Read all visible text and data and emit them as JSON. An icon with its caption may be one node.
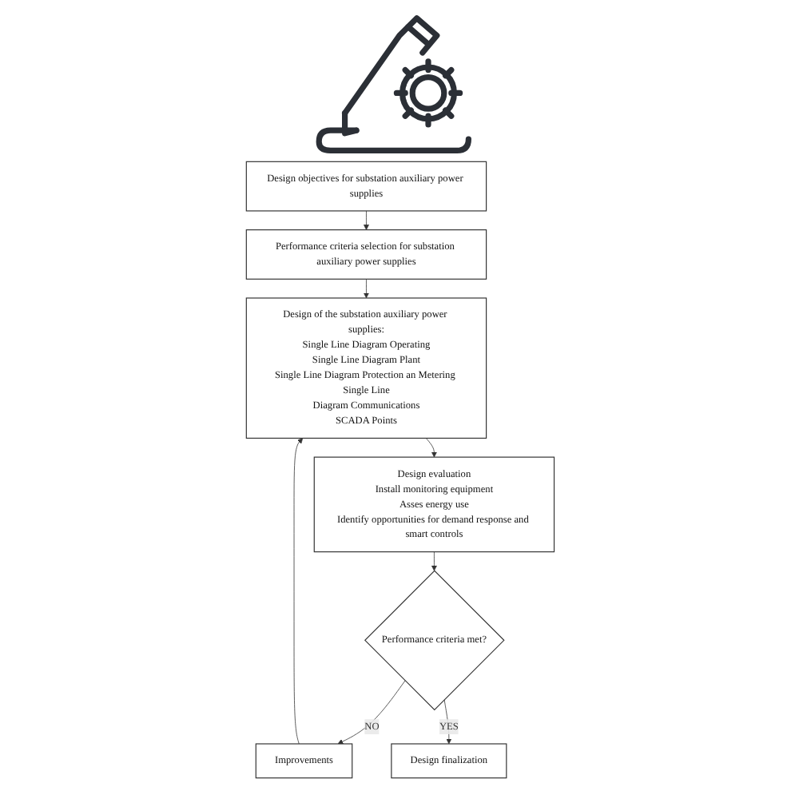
{
  "diagram": {
    "nodes": [
      {
        "text": [
          "Design objectives for substation auxiliary power supplies"
        ]
      },
      {
        "text": [
          "Performance criteria selection for substation auxiliary power supplies"
        ]
      },
      {
        "text": [
          "Design of the substation auxiliary power supplies:",
          "Single Line Diagram Operating",
          "Single Line Diagram Plant",
          "Single Line Diagram Protection an Metering Single Line",
          "Diagram Communications",
          "SCADA Points"
        ]
      },
      {
        "text": [
          "Improvements"
        ]
      },
      {
        "text": [
          "Design evaluation",
          "Install monitoring equipment",
          "Asses energy use",
          "Identify opportunities for demand response and smart controls"
        ]
      },
      {
        "text": [
          "Performance criteria met?"
        ]
      },
      {
        "text": [
          "Design finalization"
        ]
      }
    ],
    "edges": [
      {
        "from": 0,
        "to": 1,
        "arrow": "to"
      },
      {
        "from": 1,
        "to": 2,
        "arrow": "to"
      },
      {
        "from": 3,
        "to": 2,
        "arrow": "to"
      },
      {
        "from": 2,
        "to": 4,
        "arrow": "to"
      },
      {
        "from": 4,
        "to": 5,
        "arrow": "to"
      },
      {
        "from": 5,
        "to": 3,
        "label": "NO",
        "arrow": "to"
      },
      {
        "from": 5,
        "to": 6,
        "label": "YES",
        "arrow": "to"
      }
    ]
  }
}
